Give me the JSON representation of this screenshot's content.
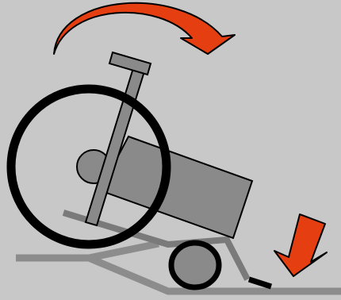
{
  "diagram": {
    "background_color": "#c8c8c8",
    "arrow_fill": "#e53e10",
    "arrow_stroke": "#000000",
    "frame_color": "#7a7a7a",
    "seat_color": "#8a8a8a",
    "ground_color": "#8c8c8c",
    "wheel_color": "#000000",
    "icons": [
      "curved-tipping-arrow",
      "downward-arrow",
      "wheelchair",
      "ramp"
    ]
  }
}
